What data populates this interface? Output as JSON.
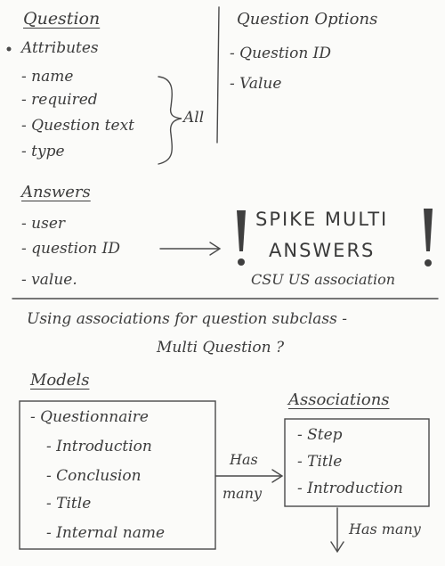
{
  "question": {
    "heading": "Question",
    "attributes_label": "Attributes",
    "attributes": [
      "- name",
      "- required",
      "- Question text",
      "- type"
    ],
    "brace_label": "All"
  },
  "question_options": {
    "heading": "Question Options",
    "items": [
      "- Question ID",
      "- Value"
    ]
  },
  "answers": {
    "heading": "Answers",
    "items": [
      "- user",
      "- question ID",
      "- value."
    ]
  },
  "spike": {
    "line1": "SPIKE MULTI",
    "line2": "ANSWERS",
    "line3": "CSU US association"
  },
  "question_text": {
    "line1": "Using associations for question subclass -",
    "line2": "Multi Question ?"
  },
  "models": {
    "heading": "Models",
    "items": [
      "- Questionnaire",
      "- Introduction",
      "- Conclusion",
      "- Title",
      "- Internal name"
    ]
  },
  "arrow_label": {
    "line1": "Has",
    "line2": "many"
  },
  "associations": {
    "heading": "Associations",
    "items": [
      "- Step",
      "- Title",
      "- Introduction"
    ]
  },
  "bottom_arrow_label": "Has many"
}
